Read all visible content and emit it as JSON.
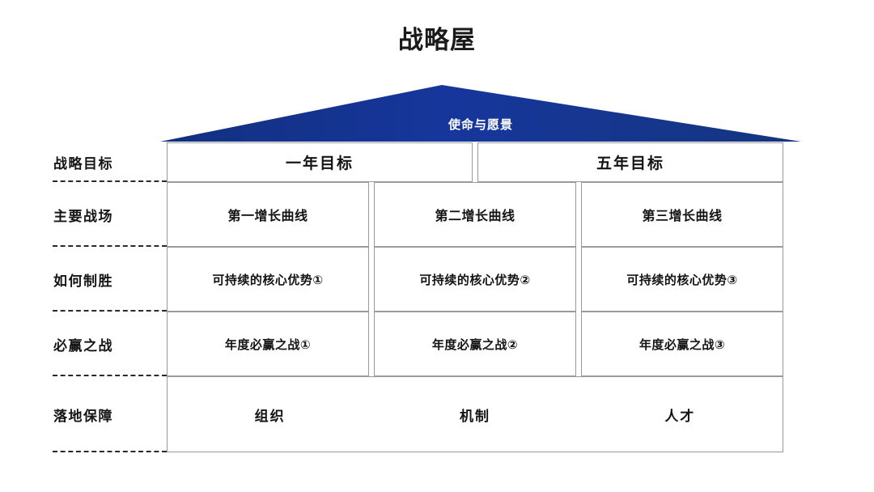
{
  "title": "战略屋",
  "roof": {
    "label": "使命与愿景",
    "color": "#16369C",
    "text_color": "#FFFFFF"
  },
  "colors": {
    "accent_blue": "#16369C",
    "box_border": "#9A9A9A",
    "text": "#141414",
    "divider": "#2A2A2A"
  },
  "rows": [
    {
      "label": "战略目标",
      "cells": [
        "一年目标",
        "五年目标"
      ]
    },
    {
      "label": "主要战场",
      "cells": [
        "第一增长曲线",
        "第二增长曲线",
        "第三增长曲线"
      ]
    },
    {
      "label": "如何制胜",
      "cells": [
        "可持续的核心优势①",
        "可持续的核心优势②",
        "可持续的核心优势③"
      ]
    },
    {
      "label": "必赢之战",
      "cells": [
        "年度必赢之战①",
        "年度必赢之战②",
        "年度必赢之战③"
      ]
    },
    {
      "label": "落地保障",
      "cells": [
        "组织",
        "机制",
        "人才"
      ]
    }
  ]
}
